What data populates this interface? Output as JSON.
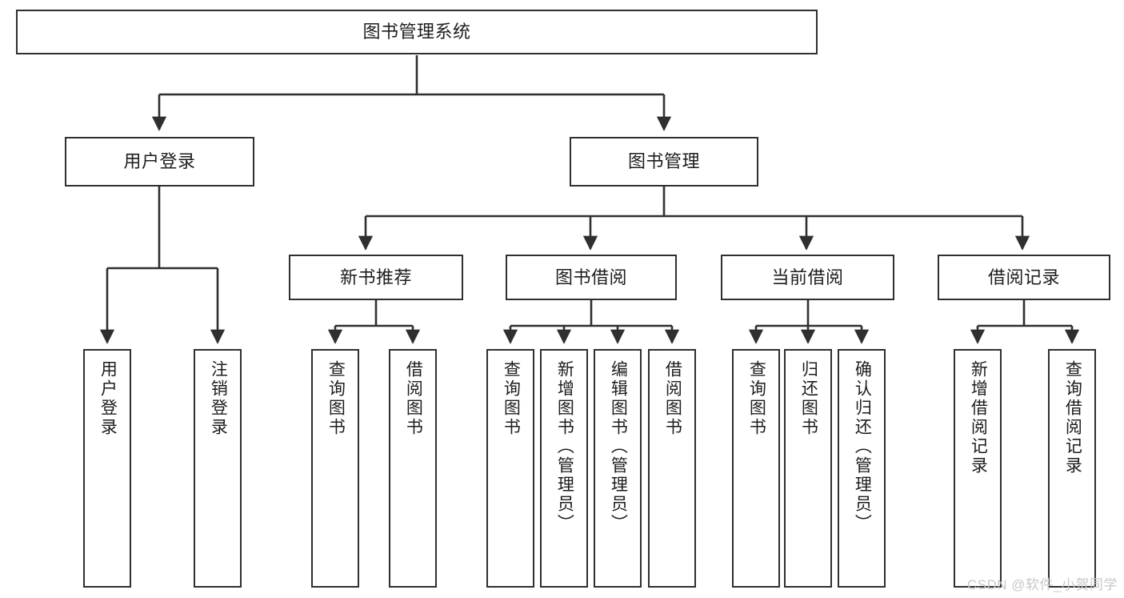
{
  "diagram": {
    "title": "图书管理系统",
    "watermark": "CSDN @软件_小贺同学",
    "line_color": "#2f2f2f",
    "box_fill": "#ffffff",
    "text_color": "#1d1d1d",
    "watermark_color": "#c8c8c8"
  },
  "nodes": {
    "root": {
      "label": "图书管理系统"
    },
    "level1": [
      {
        "label": "用户登录"
      },
      {
        "label": "图书管理"
      }
    ],
    "level2": [
      {
        "label": "新书推荐"
      },
      {
        "label": "图书借阅"
      },
      {
        "label": "当前借阅"
      },
      {
        "label": "借阅记录"
      }
    ],
    "leaves": {
      "user_login": [
        {
          "label": "用户登录"
        },
        {
          "label": "注销登录"
        }
      ],
      "new_book_recommend": [
        {
          "label": "查询图书"
        },
        {
          "label": "借阅图书"
        }
      ],
      "book_borrow": [
        {
          "label": "查询图书"
        },
        {
          "label": "新增图书（管理员）"
        },
        {
          "label": "编辑图书（管理员）"
        },
        {
          "label": "借阅图书"
        }
      ],
      "current_borrow": [
        {
          "label": "查询图书"
        },
        {
          "label": "归还图书"
        },
        {
          "label": "确认归还（管理员）"
        }
      ],
      "borrow_record": [
        {
          "label": "新增借阅记录"
        },
        {
          "label": "查询借阅记录"
        }
      ]
    }
  }
}
